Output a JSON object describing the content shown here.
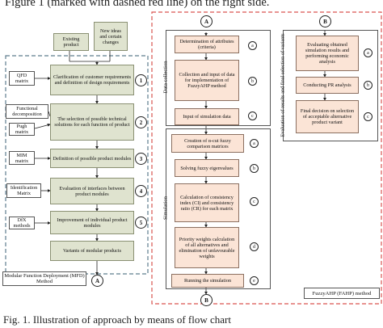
{
  "header_text": "Figure 1 (marked with dashed red line) on the right side.",
  "caption": "Fig. 1.  Illustration of approach by means of flow chart",
  "left_panel": {
    "title": "Modular Function Deployment (MFD) Method",
    "inputs": [
      "Existing product",
      "New ideas and certain changes"
    ],
    "steps": [
      {
        "num": "1",
        "text": "Clarification of customer requirements and definition of design requirements",
        "tool": "QFD matrix"
      },
      {
        "num": "2",
        "text": "The selection of possible technical solutions for each function of product",
        "tool": "Functional decomposition"
      },
      {
        "num": "3",
        "text": "Definition of possible product modules",
        "tool": "MIM matrix"
      },
      {
        "num": "4",
        "text": "Evaluation of interfaces between product modules",
        "tool": "Identification Matrix"
      },
      {
        "num": "5",
        "text": "Improvement of individual product modules",
        "tool": "DfX methods"
      },
      {
        "num": "",
        "text": "Variants of modular products",
        "tool": ""
      }
    ],
    "extra_tool": "Pugh matrix",
    "connector_out": "A"
  },
  "right_panel": {
    "title": "FuzzyAHP (FAHP) method",
    "connector_in_a": "A",
    "connector_in_b": "B",
    "connector_out_b": "B",
    "data_collection": {
      "label": "Data collection",
      "steps": [
        {
          "text": "Determination of attributes (criteria)",
          "badge": "a"
        },
        {
          "text": "Collection and input of data for implementation of FuzzyAHP method",
          "badge": "b"
        },
        {
          "text": "Input of simulation data",
          "badge": "c"
        }
      ]
    },
    "simulation": {
      "label": "Simulation",
      "steps": [
        {
          "text": "Creation of α-cut fuzzy comparison matrices",
          "badge": "a"
        },
        {
          "text": "Solving fuzzy eigenvalues",
          "badge": "b"
        },
        {
          "text": "Calculation of consistency index (CI) and consistency ratio (CR) for each matrix",
          "badge": "c"
        },
        {
          "text": "Priority weights calculation of all alternatives and elimination of unfavourable weights",
          "badge": "d"
        },
        {
          "text": "Running the simulation",
          "badge": "e"
        }
      ]
    },
    "evaluation": {
      "label": "Evaluation of results and final selection of variants",
      "steps": [
        {
          "text": "Evaluating obtained simulation results and performing economic analysis",
          "badge": "a"
        },
        {
          "text": "Conducting PR analysis",
          "badge": "b"
        },
        {
          "text": "Final decision on selection of acceptable alternative product variant",
          "badge": "c"
        }
      ]
    }
  },
  "colors": {
    "green_box": "#dfe3cf",
    "orange_box": "#fbe4d6",
    "left_border": "#5e7d8e",
    "right_border": "#d9534f"
  }
}
